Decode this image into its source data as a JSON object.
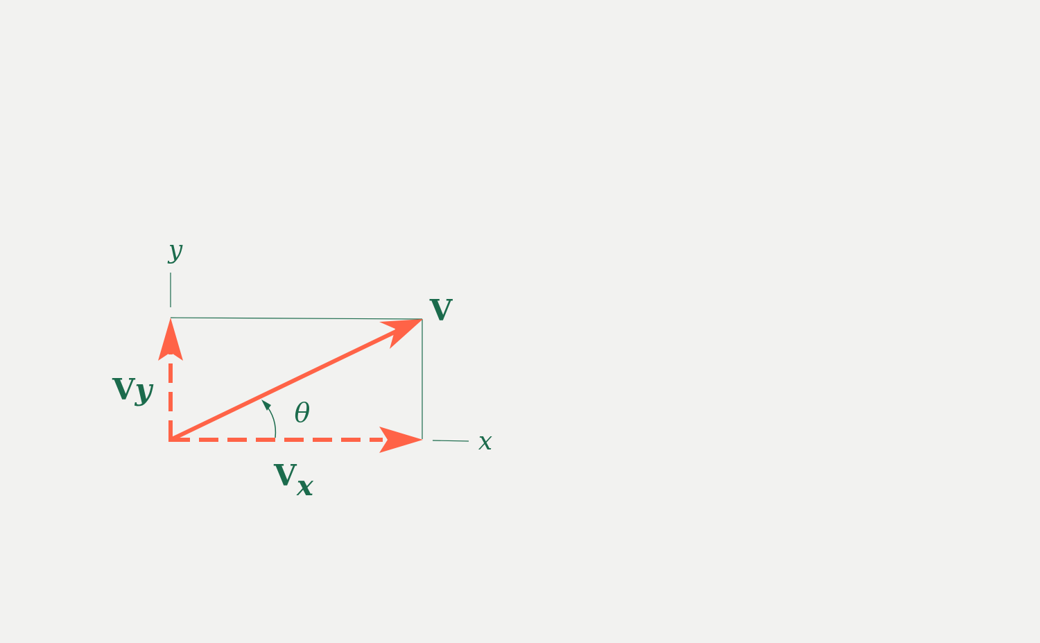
{
  "labels": {
    "y_axis": "y",
    "x_axis": "x",
    "vector": "V",
    "vy_main": "V",
    "vy_sub": "y",
    "vx_main": "V",
    "vx_sub": "x",
    "angle": "θ"
  },
  "colors": {
    "background": "#f2f2f0",
    "vector": "#ff6347",
    "guide": "#1b6b4c"
  }
}
